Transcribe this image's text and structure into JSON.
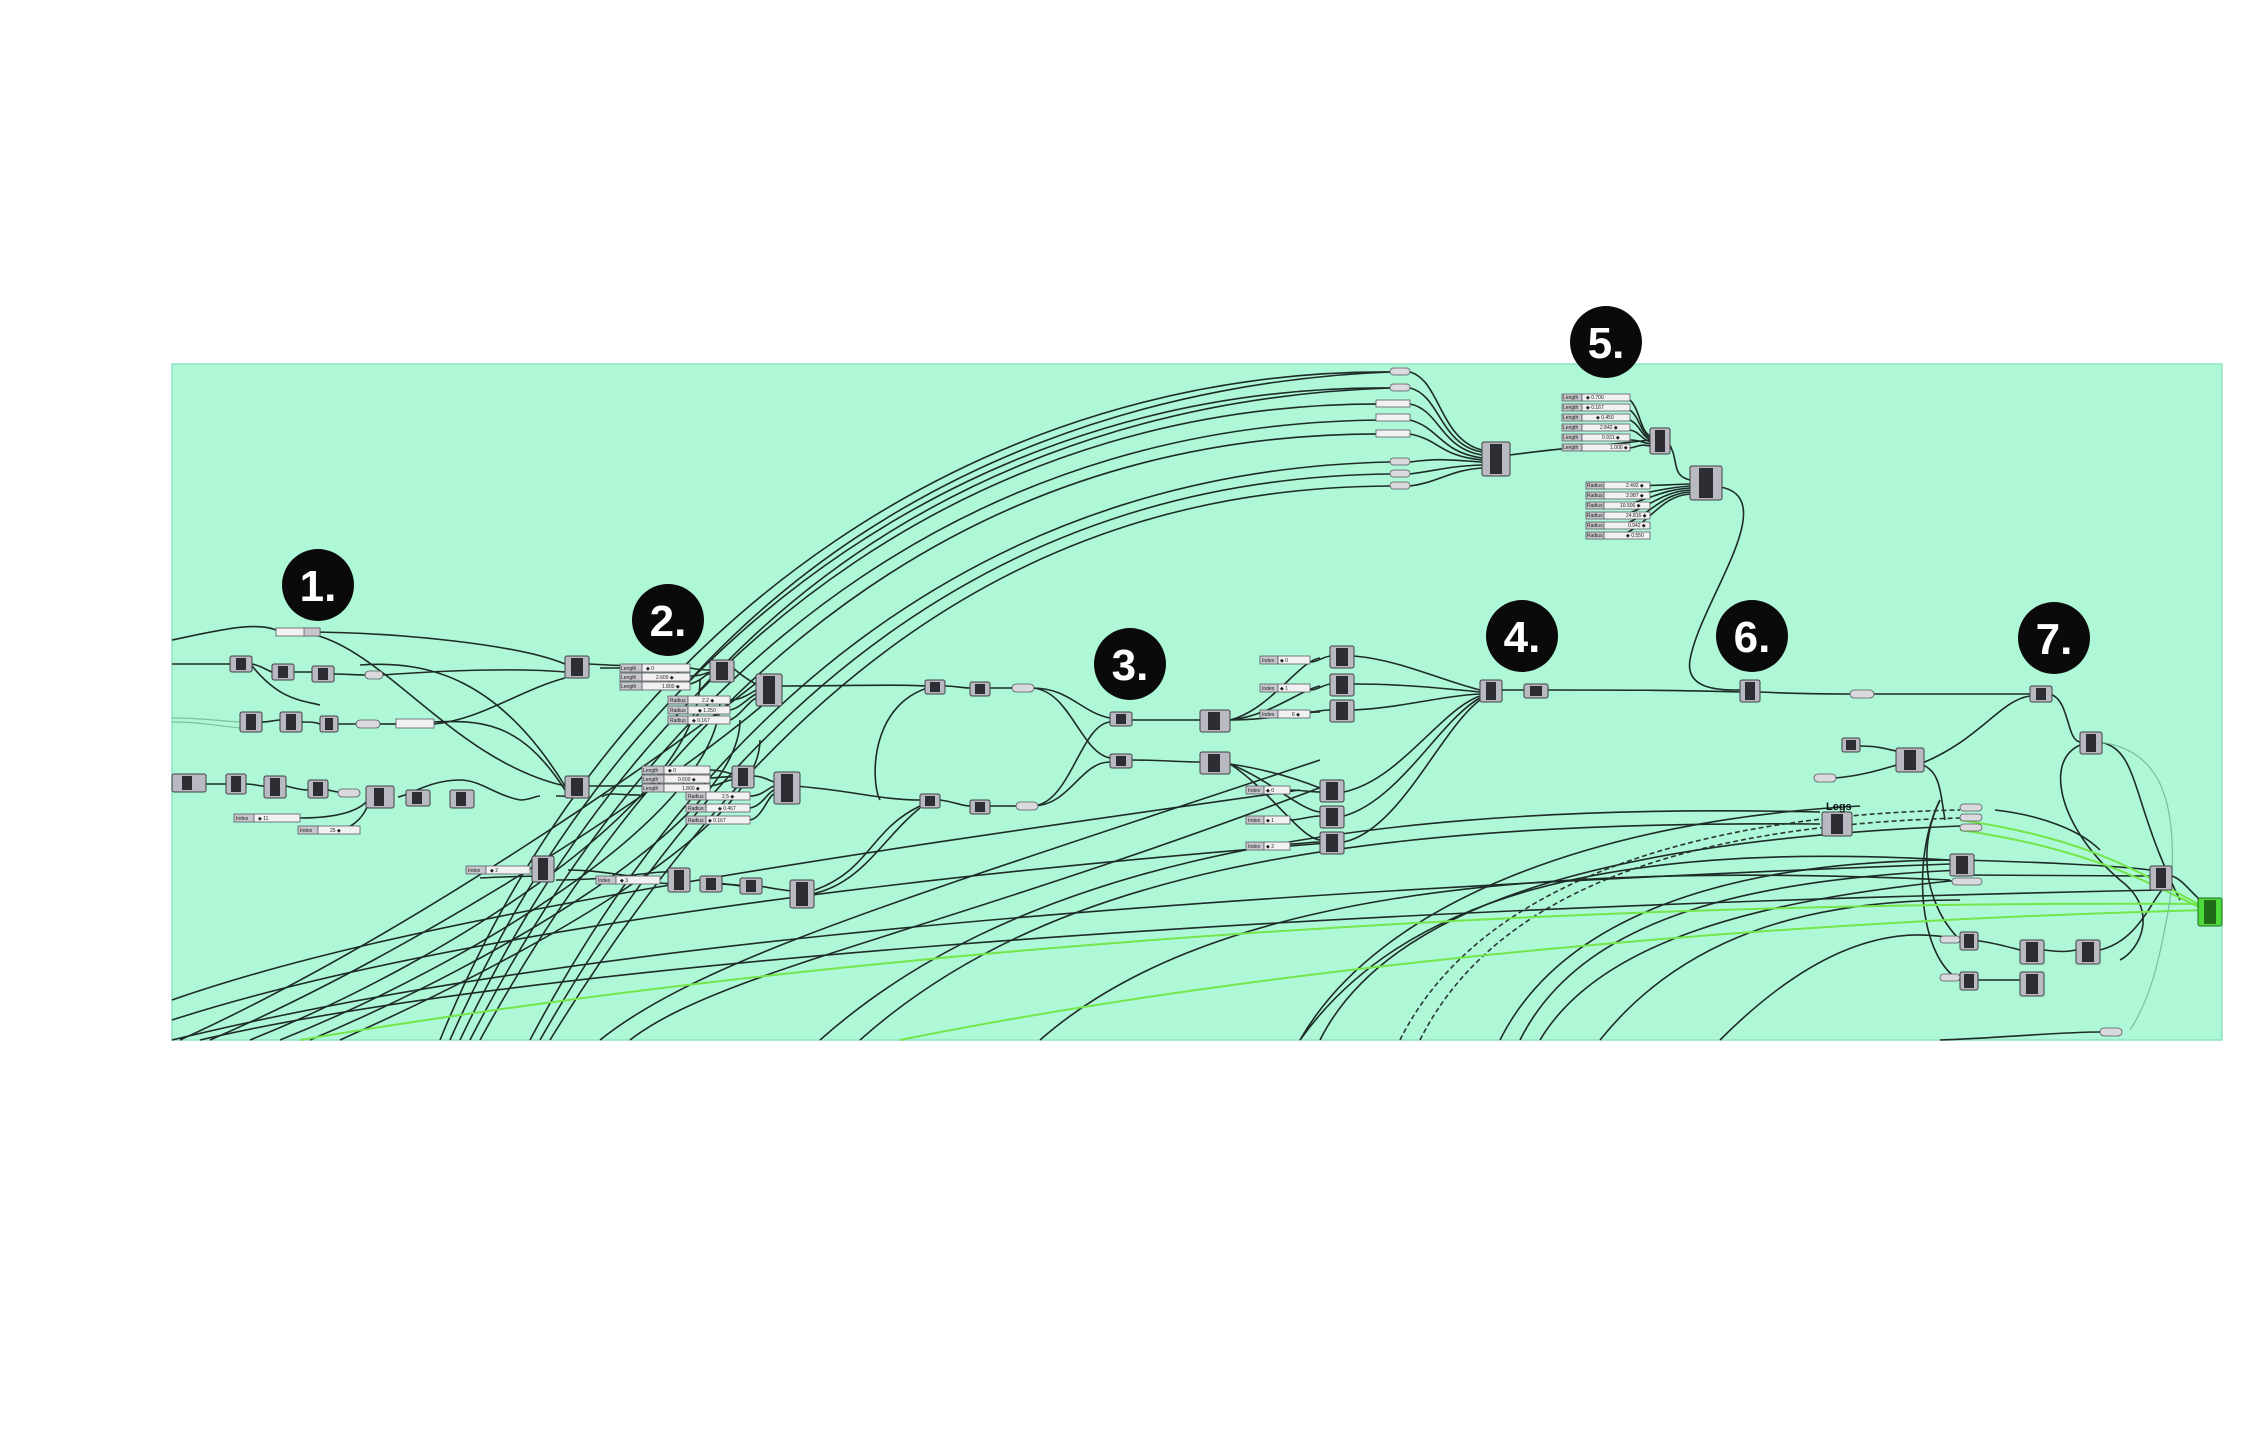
{
  "canvas": {
    "background_color": "#aef8d8",
    "wire_color": "#1e2b28",
    "highlight_wire_color": "#73e64a",
    "output_component_color": "#4cd93a"
  },
  "badges": [
    {
      "label": "1."
    },
    {
      "label": "2."
    },
    {
      "label": "3."
    },
    {
      "label": "4."
    },
    {
      "label": "5."
    },
    {
      "label": "6."
    },
    {
      "label": "7."
    }
  ],
  "group_labels": {
    "legs": "Legs"
  },
  "slider_labels": {
    "length": "Length",
    "radius": "Radius",
    "index": "Index"
  },
  "slider_values": {
    "s1": "◆ 0",
    "s2": "2.600 ◆",
    "s3": "1.800 ◆",
    "s4": "2.2 ◆",
    "s5": "◆ 1.250",
    "s6": "◆ 0.167",
    "s7": "◆ 0",
    "s8": "0.600 ◆",
    "s9": "1.800 ◆",
    "s10": "2.5 ◆",
    "s11": "◆ 0.467",
    "s12": "◆ 0.167",
    "s13": "◆ 11",
    "s14": "25 ◆",
    "s15": "◆ 2",
    "s16": "◆ 3",
    "s17": "◆ 0",
    "s18": "◆ 1",
    "s19": "6 ◆",
    "s20": "◆ 0",
    "s21": "◆ 1",
    "s22": "◆ 2",
    "s23": "◆ 0.700",
    "s24": "◆ 0.167",
    "s25": "◆ 0.450",
    "s26": "2.842 ◆",
    "s27": "0.931 ◆",
    "s28": "1.000 ◆",
    "s29": "2.492 ◆",
    "s30": "3.987 ◆",
    "s31": "10.506 ◆",
    "s32": "24.816 ◆",
    "s33": "0.942 ◆",
    "s34": "◆ 0.550"
  }
}
